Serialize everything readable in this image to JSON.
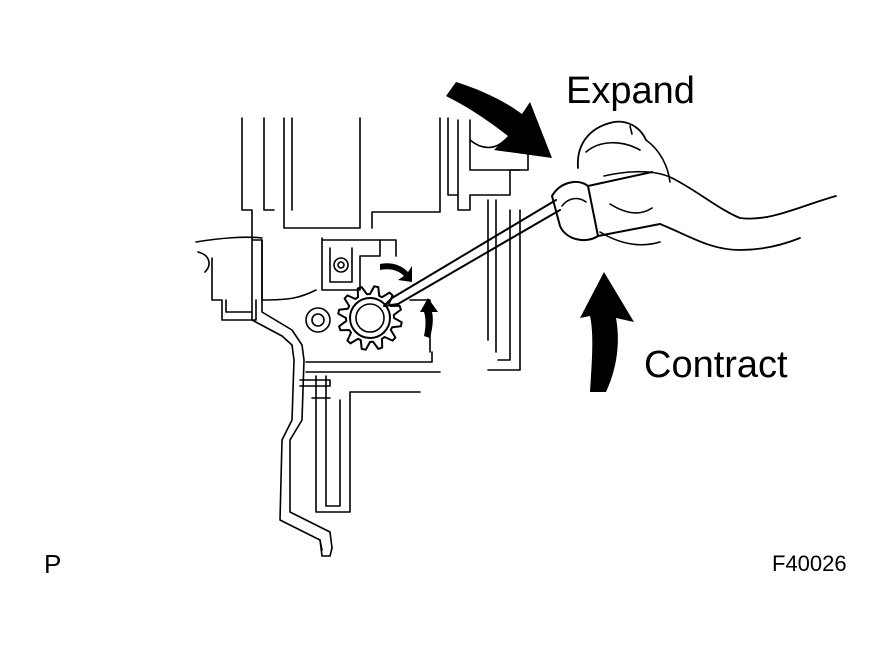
{
  "labels": {
    "expand": "Expand",
    "contract": "Contract",
    "view_code": "P",
    "figure_id": "F40026"
  },
  "colors": {
    "ink": "#000000",
    "background": "#ffffff"
  }
}
